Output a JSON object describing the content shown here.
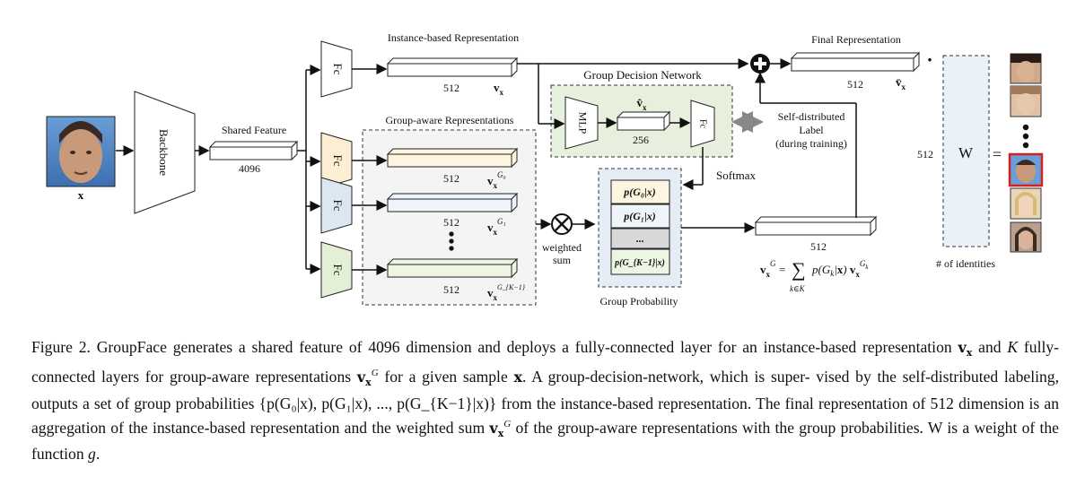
{
  "diagram": {
    "input_label": "x",
    "backbone_label": "Backbone",
    "shared_feature_label": "Shared Feature",
    "shared_dim": "4096",
    "fc_label": "Fc",
    "instance_title": "Instance-based Representation",
    "instance_dim": "512",
    "instance_symbol": "v",
    "instance_symbol_sub": "x",
    "group_aware_title": "Group-aware Representations",
    "group_dims": [
      "512",
      "512",
      "512"
    ],
    "group_symbol_subs": [
      "G₀",
      "G₁",
      "G_{K−1}"
    ],
    "gdn_title": "Group Decision Network",
    "gdn_mlp": "MLP",
    "gdn_vhat": "v̂",
    "gdn_dim": "256",
    "self_label_line1": "Self-distributed",
    "self_label_line2": "Label",
    "self_label_line3": "(during training)",
    "softmax_label": "Softmax",
    "weighted_sum_line1": "weighted",
    "weighted_sum_line2": "sum",
    "prob_cells": [
      "p(G₀|x)",
      "p(G₁|x)",
      "...",
      "p(G_{K−1}|x)"
    ],
    "group_prob_title": "Group Probability",
    "aggregated_dim": "512",
    "aggregated_formula_lhs": "v",
    "aggregated_formula_sum": "∑",
    "aggregated_formula_sub": "k∈K",
    "aggregated_formula_rhs": "p(G",
    "final_title": "Final Representation",
    "final_dim": "512",
    "final_symbol": "v̄",
    "weight_label": "W",
    "weight_dim": "512",
    "identities_label": "# of identities",
    "dot": "·",
    "equals": "="
  },
  "caption": {
    "p1": "Figure 2. GroupFace generates a shared feature of 4096 dimension and deploys a fully-connected layer for an instance-based representation",
    "p2a": "v",
    "p2b": " and ",
    "p2c": "K",
    "p2d": " fully-connected layers for group-aware representations ",
    "p2e": " for a given sample ",
    "p2f": ". A group-decision-network, which is super-",
    "p3": "vised by the self-distributed labeling, outputs a set of group probabilities {p(G₀|x), p(G₁|x), ..., p(G_{K−1}|x)} from the instance-based",
    "p4": "representation. The final representation of 512 dimension is an aggregation of the instance-based representation and the weighted sum ",
    "p5": "of the group-aware representations with the group probabilities. W is a weight of the function ",
    "p5g": "g",
    "p5end": "."
  },
  "colors": {
    "fc_group0": "#fbeed4",
    "fc_group1": "#dde7f2",
    "fc_group2": "#e3f0d6",
    "bar_group0": "#fdf5e0",
    "bar_group1": "#eef4fa",
    "bar_group2": "#ecf6e2",
    "gdn_bg": "#e6f0dc",
    "group_prob_bg": "#e6ecf5",
    "weight_bg": "#eaf1f8",
    "highlight_face": "#d62020"
  }
}
